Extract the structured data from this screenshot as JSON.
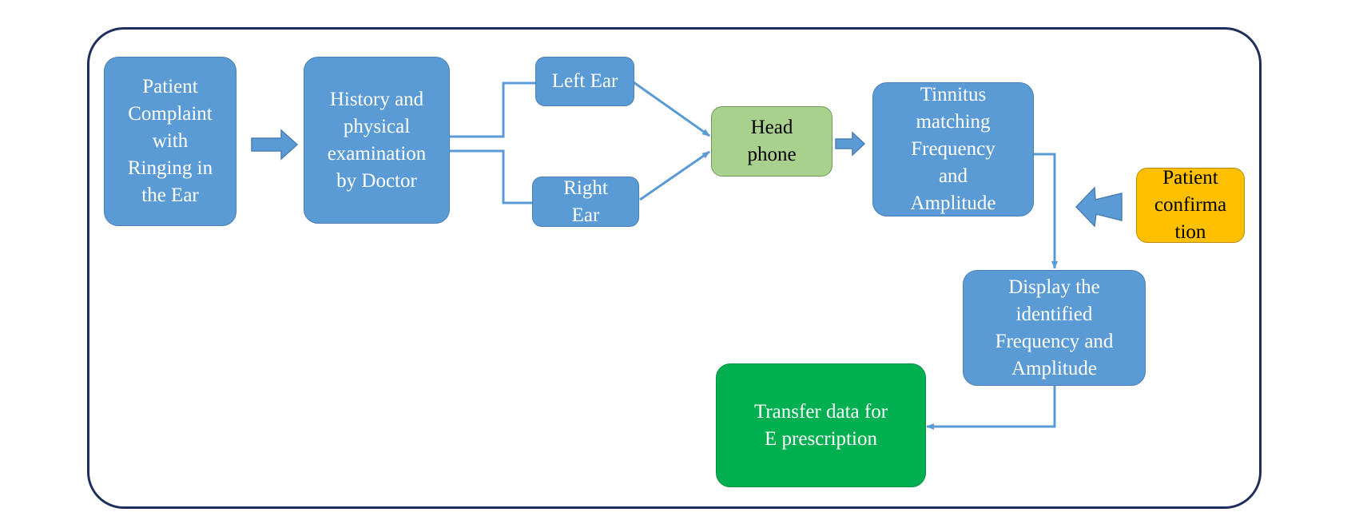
{
  "diagram": {
    "nodes": {
      "complaint": [
        "Patient",
        "Complaint",
        "with",
        "Ringing in",
        "the Ear"
      ],
      "history": [
        "History and",
        "physical",
        "examination",
        "by Doctor"
      ],
      "left_ear": [
        "Left Ear"
      ],
      "right_ear": [
        "Right",
        "Ear"
      ],
      "headphone": [
        "Head",
        "phone"
      ],
      "tinnitus": [
        "Tinnitus",
        "matching",
        "Frequency",
        "and",
        "Amplitude"
      ],
      "confirmation": [
        "Patient",
        "confirma",
        "tion"
      ],
      "display": [
        "Display the",
        "identified",
        "Frequency and",
        "Amplitude"
      ],
      "transfer": [
        "Transfer data for",
        "E prescription"
      ]
    },
    "colors": {
      "frame": "#1f2f5c",
      "node_blue": "#5b9bd5",
      "headphone_green": "#a9d18e",
      "confirmation_gold": "#ffc000",
      "transfer_green": "#00b050",
      "connector": "#5b9bd5"
    }
  }
}
